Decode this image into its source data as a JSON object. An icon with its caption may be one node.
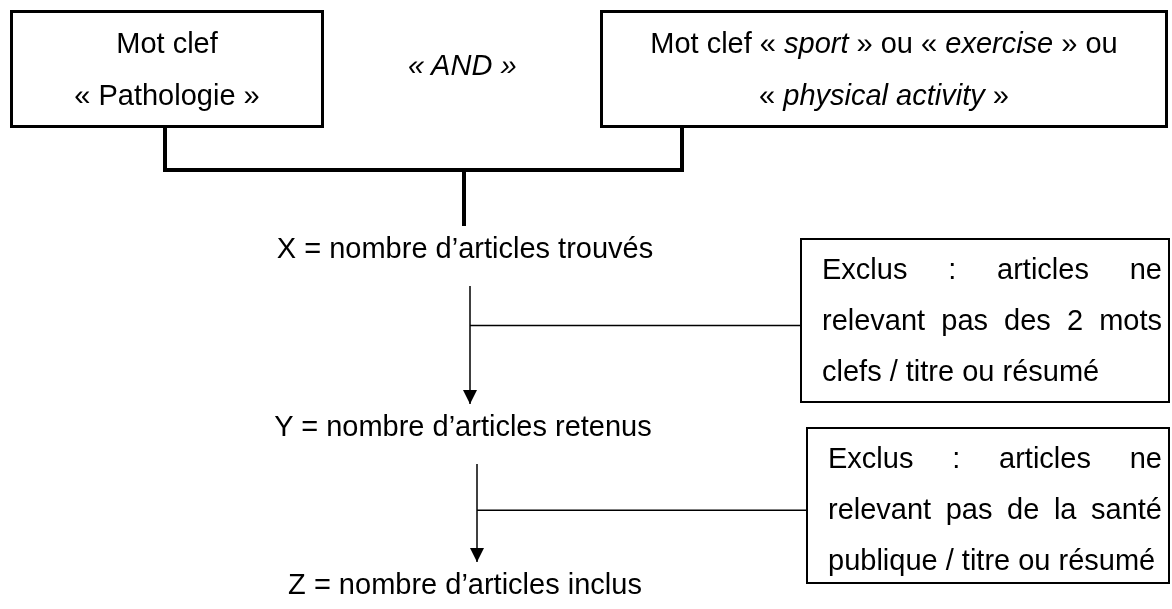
{
  "diagram": {
    "nodes": [
      {
        "text": [
          "Mot clef",
          "« Pathologie »"
        ]
      },
      {
        "text": [
          "Mot clef « *sport* » ou « *exercise* » ou « *physical activity* »"
        ]
      },
      {
        "text": [
          "X = nombre d’articles trouvés"
        ]
      },
      {
        "text": [
          "Y = nombre d’articles retenus"
        ]
      },
      {
        "text": [
          "Z = nombre d’articles inclus"
        ]
      },
      {
        "text": [
          "Exclus : articles ne relevant pas des 2 mots clefs / titre ou résumé"
        ]
      },
      {
        "text": [
          "Exclus : articles ne relevant pas de la santé publique / titre ou résumé"
        ]
      }
    ],
    "edges": [
      {
        "from": 0,
        "to": 2,
        "arrow": "none",
        "style": "thick"
      },
      {
        "from": 1,
        "to": 2,
        "arrow": "none",
        "style": "thick"
      },
      {
        "from": 2,
        "to": 3,
        "arrow": "to"
      },
      {
        "from": 3,
        "to": 4,
        "arrow": "to"
      },
      {
        "from": 5,
        "to": null,
        "arrow": "none"
      },
      {
        "from": 6,
        "to": null,
        "arrow": "none"
      }
    ],
    "labels": [
      "« AND »"
    ]
  }
}
